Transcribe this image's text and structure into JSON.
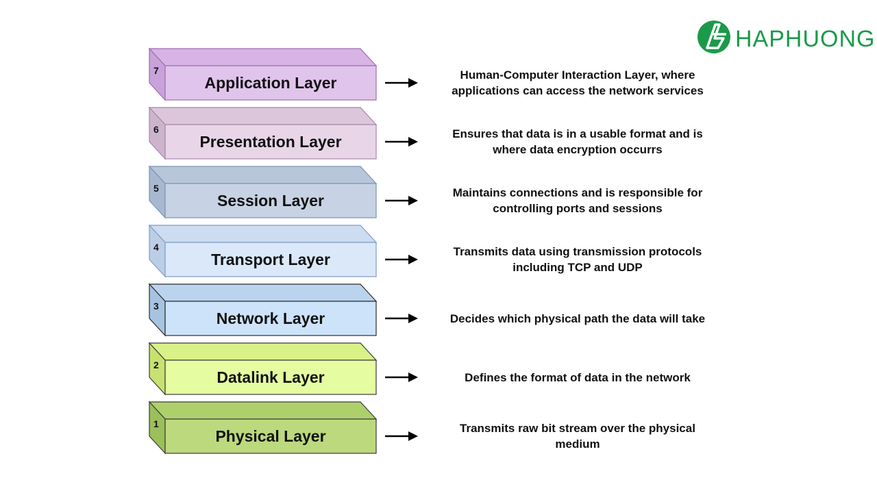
{
  "brand": {
    "name": "HAPHUONG",
    "color": "#1b9a4b"
  },
  "layers": [
    {
      "number": "7",
      "name": "Application Layer",
      "description": [
        "Human-Computer Interaction Layer, where",
        "applications can access the network services"
      ],
      "face_color": "#e1c4ec",
      "top_color": "#d7b3e6",
      "side_color": "#c9a2da",
      "border_color": "#9b6fb0"
    },
    {
      "number": "6",
      "name": "Presentation Layer",
      "description": [
        "Ensures that data is in a usable format and is",
        "where data encryption occurrs"
      ],
      "face_color": "#e8d6e8",
      "top_color": "#dcc6dc",
      "side_color": "#cdb4cd",
      "border_color": "#a689a6"
    },
    {
      "number": "5",
      "name": "Session Layer",
      "description": [
        "Maintains connections and is responsible for",
        "controlling ports and sessions"
      ],
      "face_color": "#c7d3e4",
      "top_color": "#b8c6da",
      "side_color": "#a8b8cf",
      "border_color": "#7c93b4"
    },
    {
      "number": "4",
      "name": "Transport Layer",
      "description": [
        "Transmits data using transmission protocols",
        "including TCP and UDP"
      ],
      "face_color": "#dae8fa",
      "top_color": "#cddcf1",
      "side_color": "#bccde6",
      "border_color": "#7e9cc7"
    },
    {
      "number": "3",
      "name": "Network Layer",
      "description": [
        "Decides which physical path the data will take"
      ],
      "face_color": "#cde3f9",
      "top_color": "#bad4ef",
      "side_color": "#a6c3e2",
      "border_color": "#2b2b2b"
    },
    {
      "number": "2",
      "name": "Datalink Layer",
      "description": [
        "Defines the format of data in the network"
      ],
      "face_color": "#e5fca0",
      "top_color": "#d8f287",
      "side_color": "#c7e270",
      "border_color": "#3a3a3a"
    },
    {
      "number": "1",
      "name": "Physical Layer",
      "description": [
        "Transmits raw bit stream over the physical",
        "medium"
      ],
      "face_color": "#bcd97d",
      "top_color": "#aed06a",
      "side_color": "#9bbf5a",
      "border_color": "#3a3a3a"
    }
  ]
}
